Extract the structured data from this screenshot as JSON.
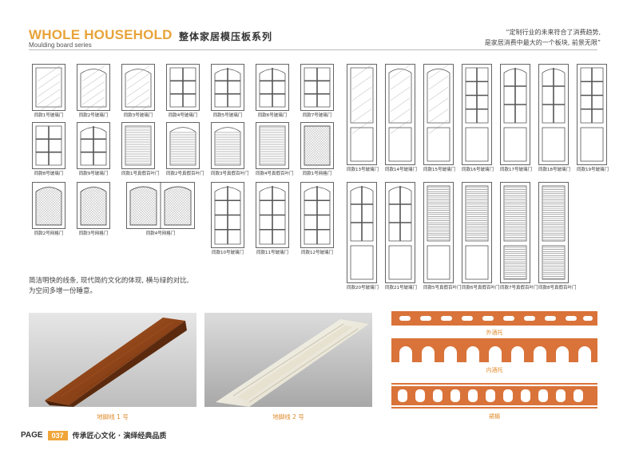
{
  "header": {
    "title": "WHOLE HOUSEHOLD",
    "title_cn": "整体家居模压板系列",
    "subtitle": "Moulding board series",
    "slogan_line1": "“定制行业的未来符合了消费趋势,",
    "slogan_line2": "是家居消费中最大的一个板块, 前景无限”"
  },
  "row1": [
    "同款1号玻璃门",
    "同款2号玻璃门",
    "同款3号玻璃门",
    "同款4号玻璃门",
    "同款5号玻璃门",
    "同款6号玻璃门",
    "同款7号玻璃门"
  ],
  "row2": [
    "同款8号玻璃门",
    "同款9号玻璃门",
    "同款1号真假百叶门",
    "同款2号真假百叶门",
    "同款3号真假百叶门",
    "同款4号真假百叶门",
    "同款1号网格门"
  ],
  "row3": [
    "同款2号网格门",
    "同款3号网格门",
    "同款4号网格门",
    "同款10号玻璃门",
    "同款11号玻璃门",
    "同款12号玻璃门"
  ],
  "tall_row1": [
    "同款13号玻璃门",
    "同款14号玻璃门",
    "同款15号玻璃门",
    "同款16号玻璃门",
    "同款17号玻璃门",
    "同款18号玻璃门",
    "同款19号玻璃门"
  ],
  "tall_row2": [
    "同款20号玻璃门",
    "同款21号玻璃门",
    "同款5号真假百叶门",
    "同款6号真假百叶门",
    "同款7号真假百叶门",
    "同款8号真假百叶门"
  ],
  "description": {
    "line1": "简洁明快的线条, 现代简约文化的体现, 横与绿的对比,",
    "line2": "为空间多增一份睡意。"
  },
  "photos": [
    {
      "caption": "地脚线 1 号"
    },
    {
      "caption": "地脚线 2 号"
    }
  ],
  "profiles": [
    {
      "caption": "外酒托"
    },
    {
      "caption": "内酒托"
    },
    {
      "caption": "裙楣"
    }
  ],
  "footer": {
    "page_label": "PAGE",
    "page_number": "037",
    "slogan": "传承匠心文化 · 演绎经典品质"
  },
  "colors": {
    "accent": "#e8a33a",
    "profile_wood": "#d9733a",
    "line": "#555555"
  }
}
